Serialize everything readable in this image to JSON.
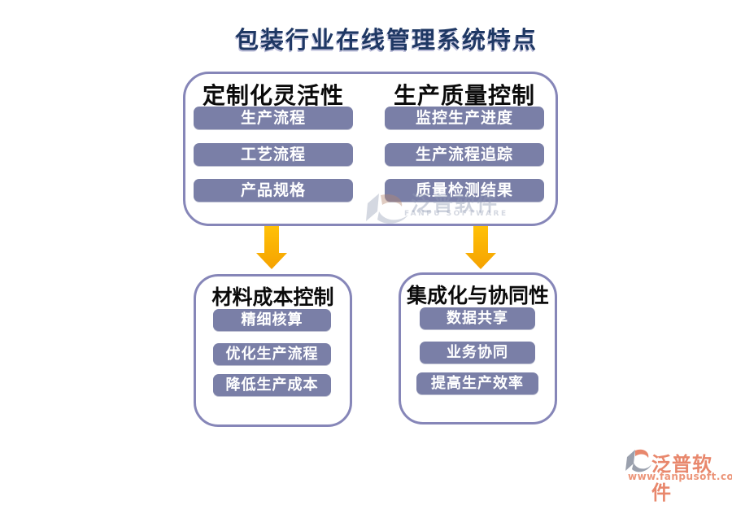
{
  "page": {
    "title": "包装行业在线管理系统特点"
  },
  "top_box": {
    "columns": [
      {
        "heading": "定制化灵活性",
        "items": [
          "生产流程",
          "工艺流程",
          "产品规格"
        ]
      },
      {
        "heading": "生产质量控制",
        "items": [
          "监控生产进度",
          "生产流程追踪",
          "质量检测结果"
        ]
      }
    ]
  },
  "bottom_boxes": [
    {
      "heading": "材料成本控制",
      "items": [
        "精细核算",
        "优化生产流程",
        "降低生产成本"
      ]
    },
    {
      "heading": "集成化与协同性",
      "items": [
        "数据共享",
        "业务协同",
        "提高生产效率"
      ]
    }
  ],
  "watermark": {
    "name": "泛普软件",
    "subtitle": "FANPU SOFTWARE"
  },
  "footer_logo": {
    "name": "泛普软件",
    "url": "www.fanpusoft.com"
  },
  "icons": {
    "down_arrow": "down-arrow",
    "logo_swoosh": "fanpu-swoosh"
  },
  "colors": {
    "title_navy": "#1F3864",
    "pill_purple": "#7A7FA7",
    "box_border_purple": "#8686B8",
    "arrow_orange": "#FBAC0C",
    "logo_salmon": "#E8876C"
  }
}
